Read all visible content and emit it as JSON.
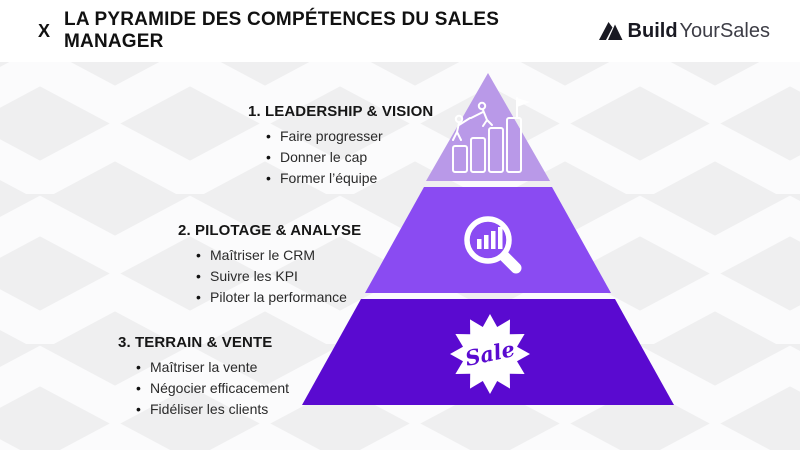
{
  "header": {
    "prefix": "X",
    "title": "LA PYRAMIDE DES COMPÉTENCES DU SALES MANAGER",
    "logo": {
      "bold": "Build",
      "regular": "YourSales"
    }
  },
  "pyramid": {
    "levels": [
      {
        "title": "1. LEADERSHIP & VISION",
        "items": [
          "Faire progresser",
          "Donner le cap",
          "Former l’équipe"
        ],
        "color": "#b999e8",
        "icon": "team-progress-bars-icon"
      },
      {
        "title": "2. PILOTAGE & ANALYSE",
        "items": [
          "Maîtriser le CRM",
          "Suivre les KPI",
          "Piloter la performance"
        ],
        "color": "#8a4bf2",
        "icon": "magnifier-analytics-icon"
      },
      {
        "title": "3. TERRAIN & VENTE",
        "items": [
          "Maîtriser la vente",
          "Négocier efficacement",
          "Fidéliser les clients"
        ],
        "color": "#5a0ad0",
        "icon": "sale-badge-icon",
        "badge_text": "Sale"
      }
    ]
  },
  "colors": {
    "background_pattern_gray": "#efeff0",
    "background_pattern_white": "#fbfbfc",
    "level1_purple": "#b999e8",
    "level2_purple": "#8a4bf2",
    "level3_purple": "#5a0ad0",
    "text_black": "#161616",
    "logo_black": "#191922"
  }
}
